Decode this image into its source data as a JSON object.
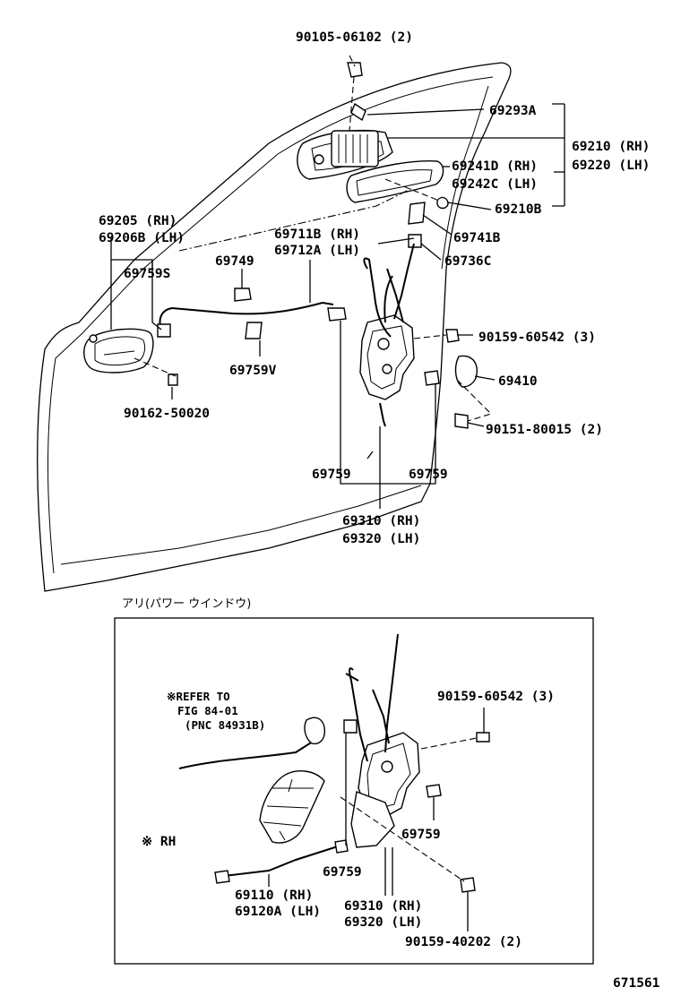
{
  "labels": {
    "p90105": "90105-06102 (2)",
    "p69293a": "69293A",
    "p69210rh": "69210 (RH)",
    "p69220lh": "69220 (LH)",
    "p69241d": "69241D (RH)",
    "p69242c": "69242C (LH)",
    "p69210b": "69210B",
    "p69205": "69205  (RH)",
    "p69206b": "69206B (LH)",
    "p69711b": "69711B (RH)",
    "p69712a": "69712A (LH)",
    "p69741b": "69741B",
    "p69736c": "69736C",
    "p69759s": "69759S",
    "p69749": "69749",
    "p69759v": "69759V",
    "p90159a": "90159-60542 (3)",
    "p69410": "69410",
    "p90162": "90162-50020",
    "p90151": "90151-80015 (2)",
    "p69759l": "69759",
    "p69759r": "69759",
    "p69310rh": "69310 (RH)",
    "p69320lh": "69320 (LH)"
  },
  "inset": {
    "title": "アリ(パワー ウインドウ)",
    "refer1": "※REFER TO",
    "refer2": "FIG 84-01",
    "refer3": "(PNC 84931B)",
    "rh": "※ RH",
    "p90159a": "90159-60542 (3)",
    "p69759a": "69759",
    "p69759b": "69759",
    "p69110": "69110  (RH)",
    "p69120a": "69120A (LH)",
    "p69310rh": "69310 (RH)",
    "p69320lh": "69320 (LH)",
    "p90159b": "90159-40202 (2)"
  },
  "figure_number": "671561"
}
